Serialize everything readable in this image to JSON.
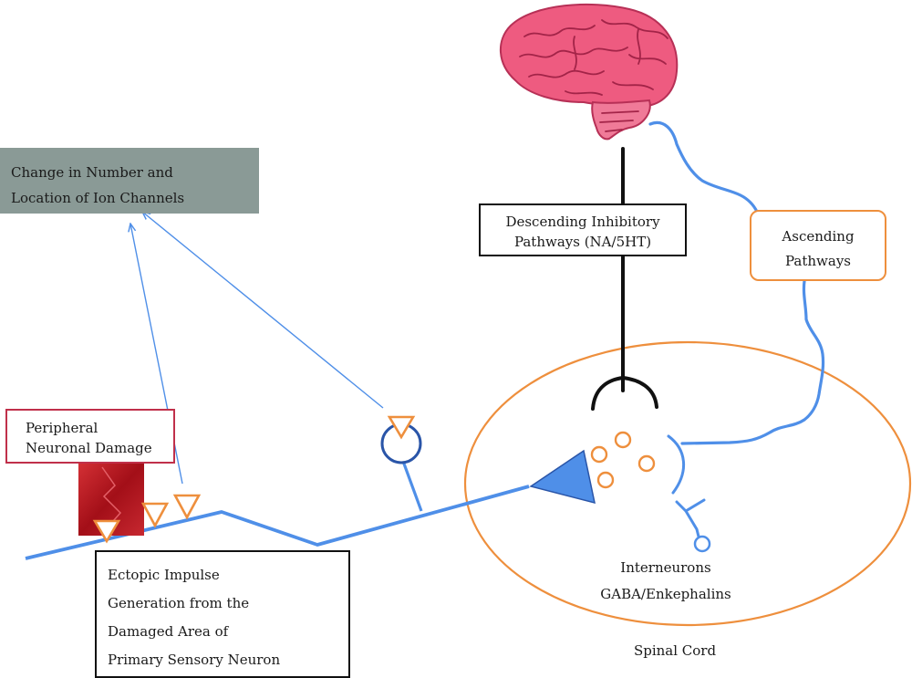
{
  "ion_channels_box": {
    "line1": "Change in Number and",
    "line2": "Location of Ion Channels"
  },
  "peripheral_box": {
    "line1": "Peripheral",
    "line2": "Neuronal Damage"
  },
  "ectopic_box": {
    "line1": "Ectopic Impulse",
    "line2": "Generation from the",
    "line3": "Damaged Area of",
    "line4": "Primary Sensory Neuron"
  },
  "descending_box": {
    "line1": "Descending Inhibitory",
    "line2": "Pathways (NA/5HT)"
  },
  "ascending_box": {
    "line1": "Ascending",
    "line2": "Pathways"
  },
  "interneurons": {
    "line1": "Interneurons",
    "line2": "GABA/Enkephalins"
  },
  "spinal_cord_label": "Spinal Cord",
  "colors": {
    "neuron_blue": "#4f8fe8",
    "ion_box_gray": "#8a9a96",
    "orange": "#ee8f3d",
    "damage_red": "#b8141e",
    "brain_pink": "#ee5b80",
    "dark_blue": "#2a55a8"
  },
  "icons": [
    "brain-icon",
    "ion-channel-icon",
    "damage-block-icon",
    "synapse-terminal-icon",
    "receptor-icon"
  ]
}
